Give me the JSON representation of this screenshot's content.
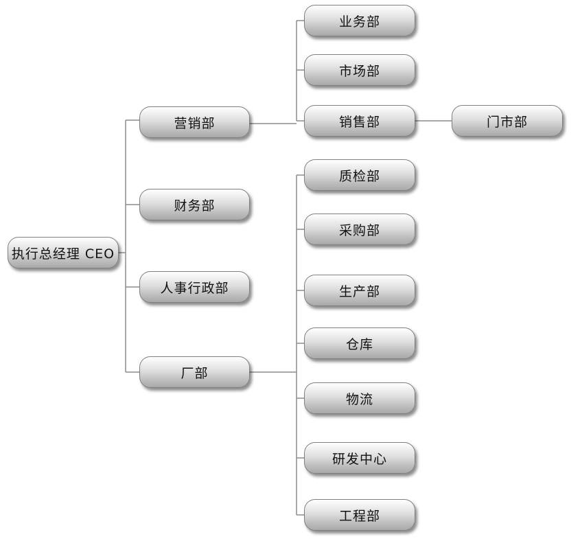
{
  "diagram": {
    "root": "执行总经理 CEO",
    "level1": [
      "营销部",
      "财务部",
      "人事行政部",
      "厂部"
    ],
    "marketing_children": [
      "业务部",
      "市场部",
      "销售部"
    ],
    "sales_children": [
      "门市部"
    ],
    "factory_children": [
      "质检部",
      "采购部",
      "生产部",
      "仓库",
      "物流",
      "研发中心",
      "工程部"
    ]
  }
}
